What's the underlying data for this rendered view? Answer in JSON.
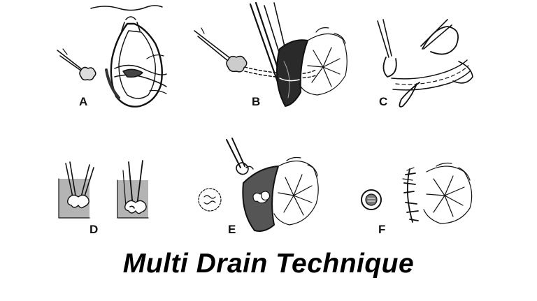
{
  "panels": {
    "a": "A",
    "b": "B",
    "c": "C",
    "d": "D",
    "e": "E",
    "f": "F"
  },
  "title": "Multi Drain Technique",
  "colors": {
    "ink": "#111111",
    "background": "#ffffff"
  }
}
